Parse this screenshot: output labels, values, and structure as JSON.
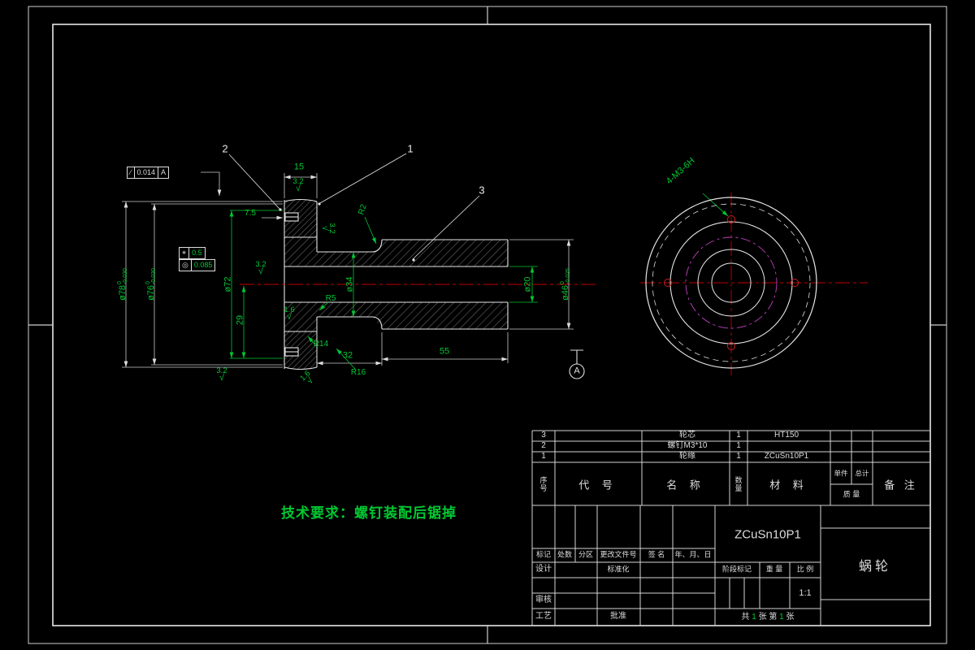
{
  "drawing": {
    "note": "技术要求：螺钉装配后锯掉",
    "balloons": {
      "b1": "1",
      "b2": "2",
      "b3": "3"
    },
    "datum_label": "A",
    "thread_note": "4-M3-6H",
    "fcf": {
      "runout_symbol": "∕",
      "runout_value": "0.014",
      "runout_datum": "A",
      "position_symbol": "⌖",
      "position_value": "0.5",
      "concentric_symbol": "◎",
      "concentric_value": "0.085"
    },
    "dims": {
      "w15": "15",
      "d7_5": "7.5",
      "h29": "29",
      "l32": "32",
      "l55": "55",
      "od78": {
        "text": "ø78",
        "upper": "0",
        "lower": "-0.030"
      },
      "od76": {
        "text": "ø76",
        "upper": "0",
        "lower": "-0.030"
      },
      "od72": "ø72",
      "od34": "ø34",
      "id20": "ø20",
      "od46": {
        "text": "ø46",
        "upper": "0",
        "lower": "-0.025"
      },
      "r2": "R2",
      "r5": "R5",
      "r14": "R14",
      "r16": "R16",
      "finish_rough": "3.2",
      "finish_fine": "1.6",
      "finish_mark": "√"
    }
  },
  "title_block": {
    "headers": {
      "seq_1": "序",
      "seq_2": "号",
      "code": "代 号",
      "name": "名 称",
      "qty_1": "数",
      "qty_2": "量",
      "material": "材 料",
      "unit": "单件",
      "total": "总计",
      "mass": "质 量",
      "remark": "备 注"
    },
    "parts": [
      {
        "no": "3",
        "name": "轮芯",
        "qty": "1",
        "material": "HT150"
      },
      {
        "no": "2",
        "name": "螺钉M3*10",
        "qty": "1",
        "material": ""
      },
      {
        "no": "1",
        "name": "轮缘",
        "qty": "1",
        "material": "ZCuSn10P1"
      }
    ],
    "material_code": "ZCuSn10P1",
    "part_name": "蜗轮",
    "labels": {
      "mark": "标记",
      "count": "处数",
      "zone": "分区",
      "change_file": "更改文件号",
      "sign": "签 名",
      "date": "年、月、日",
      "design": "设计",
      "standardize": "标准化",
      "check": "审核",
      "process": "工艺",
      "approve": "批准",
      "stage_mark": "阶段标记",
      "weight": "重 量",
      "scale": "比 例"
    },
    "scale_value": "1:1",
    "sheet": {
      "total_prefix": "共",
      "total_num": "1",
      "total_suffix": "张",
      "page_prefix": "第",
      "page_num": "1",
      "page_suffix": "张"
    }
  }
}
